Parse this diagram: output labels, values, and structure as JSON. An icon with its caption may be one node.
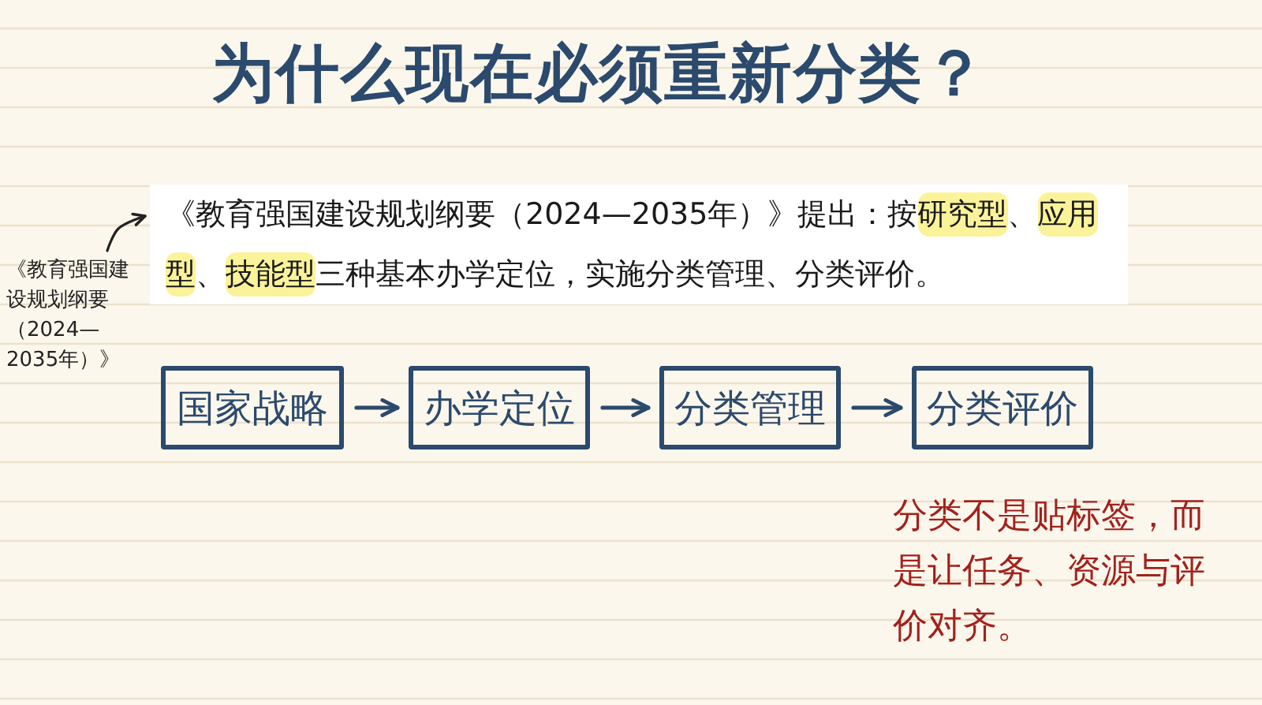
{
  "diagram": {
    "title": "为什么现在必须重新分类？",
    "nodes": [
      {
        "text": [
          "《教育强国建设规划纲要（2024—2035年）》"
        ]
      },
      {
        "text": [
          "《教育强国建设规划纲要（2024—2035年）》提出：按**研究型**、**应用型**、**技能型**三种基本办学定位，实施分类管理、分类评价。"
        ]
      },
      {
        "text": [
          "国家战略"
        ]
      },
      {
        "text": [
          "办学定位"
        ]
      },
      {
        "text": [
          "分类管理"
        ]
      },
      {
        "text": [
          "分类评价"
        ]
      }
    ],
    "edges": [
      {
        "from": 0,
        "to": 1,
        "arrow": "to"
      },
      {
        "from": 2,
        "to": 3,
        "arrow": "to"
      },
      {
        "from": 3,
        "to": 4,
        "arrow": "to"
      },
      {
        "from": 4,
        "to": 5,
        "arrow": "to"
      }
    ],
    "labels": [
      "分类不是贴标签，而是让任务、资源与评价对齐。"
    ]
  }
}
